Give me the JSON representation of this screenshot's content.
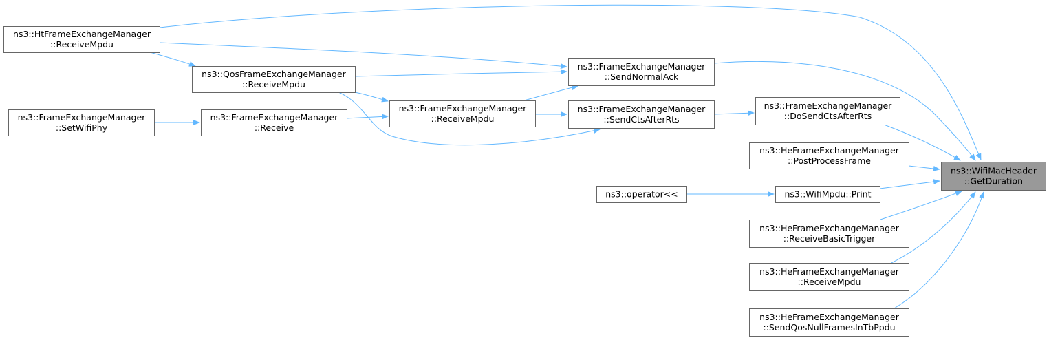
{
  "colors": {
    "edge": "#63b8ff",
    "node_border": "#666666",
    "node_fill": "#ffffff",
    "focus_fill": "#999999",
    "focus_border": "#666666",
    "text": "#000000"
  },
  "nodes": [
    {
      "id": "ht_receivempdu",
      "lines": [
        "ns3::HtFrameExchangeManager",
        "::ReceiveMpdu"
      ]
    },
    {
      "id": "qos_receivempdu",
      "lines": [
        "ns3::QosFrameExchangeManager",
        "::ReceiveMpdu"
      ]
    },
    {
      "id": "fem_setwifiphy",
      "lines": [
        "ns3::FrameExchangeManager",
        "::SetWifiPhy"
      ]
    },
    {
      "id": "fem_receive",
      "lines": [
        "ns3::FrameExchangeManager",
        "::Receive"
      ]
    },
    {
      "id": "fem_receivempdu",
      "lines": [
        "ns3::FrameExchangeManager",
        "::ReceiveMpdu"
      ]
    },
    {
      "id": "fem_sendnormalack",
      "lines": [
        "ns3::FrameExchangeManager",
        "::SendNormalAck"
      ]
    },
    {
      "id": "fem_sendctsafterrts",
      "lines": [
        "ns3::FrameExchangeManager",
        "::SendCtsAfterRts"
      ]
    },
    {
      "id": "fem_dosendctsafterrts",
      "lines": [
        "ns3::FrameExchangeManager",
        "::DoSendCtsAfterRts"
      ]
    },
    {
      "id": "he_postprocessframe",
      "lines": [
        "ns3::HeFrameExchangeManager",
        "::PostProcessFrame"
      ]
    },
    {
      "id": "operator_ltlt",
      "lines": [
        "ns3::operator<<"
      ]
    },
    {
      "id": "wifimpdu_print",
      "lines": [
        "ns3::WifiMpdu::Print"
      ]
    },
    {
      "id": "he_receivebasictrigger",
      "lines": [
        "ns3::HeFrameExchangeManager",
        "::ReceiveBasicTrigger"
      ]
    },
    {
      "id": "he_receivempdu",
      "lines": [
        "ns3::HeFrameExchangeManager",
        "::ReceiveMpdu"
      ]
    },
    {
      "id": "he_sendqosnull",
      "lines": [
        "ns3::HeFrameExchangeManager",
        "::SendQosNullFramesInTbPpdu"
      ]
    },
    {
      "id": "wifimacheader_getduration",
      "lines": [
        "ns3::WifiMacHeader",
        "::GetDuration"
      ],
      "focus": true
    }
  ],
  "edges": [
    {
      "from": "ht_receivempdu",
      "to": "wifimacheader_getduration"
    },
    {
      "from": "ht_receivempdu",
      "to": "fem_sendnormalack"
    },
    {
      "from": "ht_receivempdu",
      "to": "qos_receivempdu"
    },
    {
      "from": "qos_receivempdu",
      "to": "fem_sendnormalack"
    },
    {
      "from": "qos_receivempdu",
      "to": "fem_receivempdu"
    },
    {
      "from": "qos_receivempdu",
      "to": "fem_sendctsafterrts"
    },
    {
      "from": "fem_setwifiphy",
      "to": "fem_receive"
    },
    {
      "from": "fem_receive",
      "to": "fem_receivempdu"
    },
    {
      "from": "fem_receivempdu",
      "to": "fem_sendnormalack"
    },
    {
      "from": "fem_receivempdu",
      "to": "fem_sendctsafterrts"
    },
    {
      "from": "fem_sendnormalack",
      "to": "wifimacheader_getduration"
    },
    {
      "from": "fem_sendctsafterrts",
      "to": "fem_dosendctsafterrts"
    },
    {
      "from": "fem_dosendctsafterrts",
      "to": "wifimacheader_getduration"
    },
    {
      "from": "he_postprocessframe",
      "to": "wifimacheader_getduration"
    },
    {
      "from": "operator_ltlt",
      "to": "wifimpdu_print"
    },
    {
      "from": "wifimpdu_print",
      "to": "wifimacheader_getduration"
    },
    {
      "from": "he_receivebasictrigger",
      "to": "wifimacheader_getduration"
    },
    {
      "from": "he_receivempdu",
      "to": "wifimacheader_getduration"
    },
    {
      "from": "he_sendqosnull",
      "to": "wifimacheader_getduration"
    }
  ]
}
